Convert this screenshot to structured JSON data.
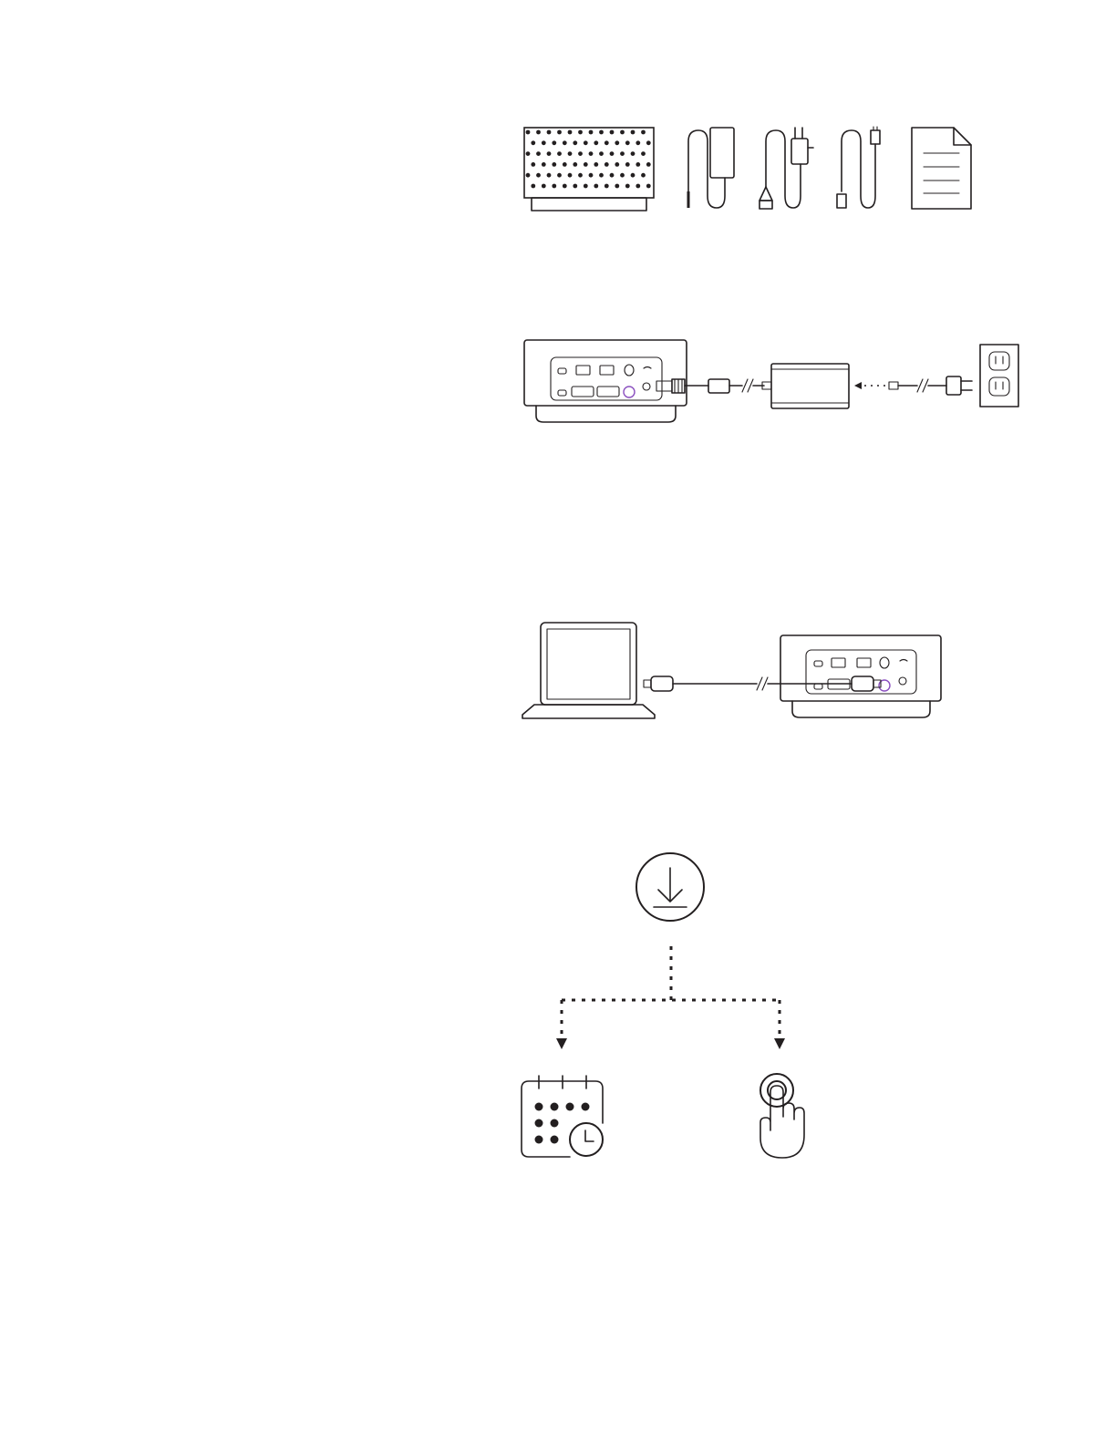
{
  "colors": {
    "ink": "#231f20",
    "accent": "#8a4fbf",
    "background": "#ffffff"
  },
  "sections": [
    {
      "id": "box-contents",
      "items": [
        "speaker-device-icon",
        "power-adapter-icon",
        "power-cord-icon",
        "usb-cable-icon",
        "documentation-icon"
      ]
    },
    {
      "id": "connect-power",
      "items": [
        "device-rear-ports",
        "power-adapter-brick",
        "wall-outlet-icon"
      ]
    },
    {
      "id": "connect-laptop",
      "items": [
        "laptop-icon",
        "usb-cable",
        "device-rear-ports"
      ]
    },
    {
      "id": "software-setup",
      "items": [
        "download-icon",
        "calendar-clock-icon",
        "touch-hand-icon"
      ]
    }
  ]
}
